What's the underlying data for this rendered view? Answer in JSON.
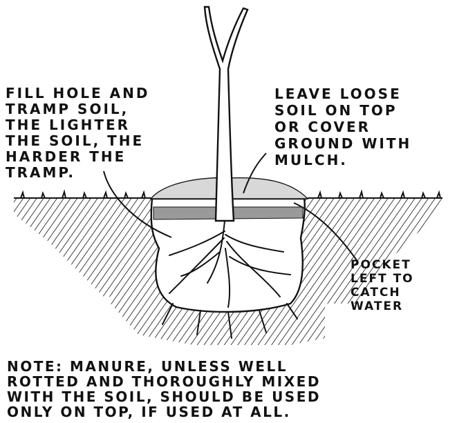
{
  "colors": {
    "ink": "#111111",
    "paper": "#ffffff",
    "mulch": "#9a9a9a"
  },
  "labels": {
    "fill_hole": "FILL HOLE AND\nTRAMP SOIL,\nTHE LIGHTER\nTHE SOIL, THE\nHARDER THE\nTRAMP.",
    "leave_loose": "LEAVE LOOSE\nSOIL ON TOP\nOR COVER\nGROUND WITH\nMULCH.",
    "pocket": "POCKET\nLEFT TO\nCATCH\nWATER",
    "note": "NOTE: MANURE, UNLESS WELL\nROTTED AND THOROUGHLY MIXED\nWITH THE SOIL, SHOULD BE USED\nONLY ON TOP, IF USED AT ALL."
  }
}
